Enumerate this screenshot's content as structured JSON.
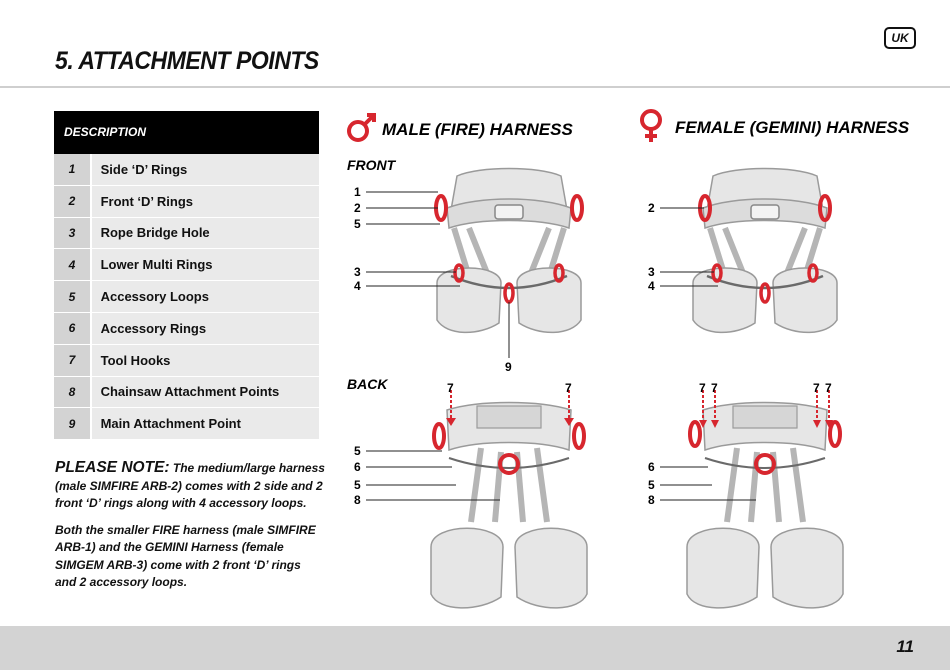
{
  "badge": "UK",
  "page_title": "5. ATTACHMENT POINTS",
  "table": {
    "header": "DESCRIPTION",
    "rows": [
      {
        "num": "1",
        "label": "Side ‘D’ Rings"
      },
      {
        "num": "2",
        "label": "Front ‘D’ Rings"
      },
      {
        "num": "3",
        "label": "Rope Bridge Hole"
      },
      {
        "num": "4",
        "label": "Lower Multi Rings"
      },
      {
        "num": "5",
        "label": "Accessory Loops"
      },
      {
        "num": "6",
        "label": "Accessory Rings"
      },
      {
        "num": "7",
        "label": "Tool Hooks"
      },
      {
        "num": "8",
        "label": "Chainsaw Attachment Points"
      },
      {
        "num": "9",
        "label": "Main Attachment Point"
      }
    ]
  },
  "note": {
    "lead": "PLEASE NOTE:",
    "text1": " The medium/large harness (male SIMFIRE ARB-2) comes with 2 side and 2 front ‘D’ rings along with 4 accessory loops.",
    "text2": "Both the smaller FIRE harness (male SIMFIRE ARB-1) and the GEMINI Harness (female SIMGEM ARB-3) come with 2 front ‘D’ rings and 2 accessory loops."
  },
  "male": {
    "title": "MALE (FIRE) HARNESS",
    "front_label": "FRONT",
    "back_label": "BACK",
    "front_callouts": [
      "1",
      "2",
      "5",
      "3",
      "4",
      "9"
    ],
    "back_callouts": [
      "5",
      "6",
      "5",
      "8",
      "7",
      "7"
    ]
  },
  "female": {
    "title": "FEMALE (GEMINI) HARNESS",
    "front_callouts": [
      "2",
      "3",
      "4"
    ],
    "back_callouts": [
      "6",
      "5",
      "8",
      "7",
      "7",
      "7",
      "7"
    ]
  },
  "colors": {
    "accent": "#d7262e",
    "harness_fill": "#e6e6e6",
    "harness_stroke": "#9a9a9a"
  },
  "icons": {
    "male": "male-symbol-icon",
    "female": "female-symbol-icon"
  },
  "page_number": "11"
}
